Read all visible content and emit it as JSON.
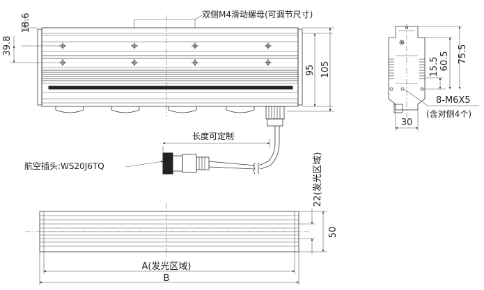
{
  "labels": {
    "slide_nut": "双侧M4滑动螺母(可调节尺寸)",
    "cable_length": "长度可定制",
    "connector": "航空插头:WS20J6TQ",
    "side_dim_1": "8-M6X5",
    "side_dim_2": "(含对侧4个)",
    "dim_a": "A(发光区域)",
    "dim_b": "B",
    "dim_22": "22(发光区域)"
  },
  "dimensions": {
    "d18_6": "18.6",
    "d39_8": "39.8",
    "d95": "95",
    "d105": "105",
    "d15_5": "15.5",
    "d60_5": "60.5",
    "d75_5": "75.5",
    "d30": "30",
    "d50": "50"
  }
}
